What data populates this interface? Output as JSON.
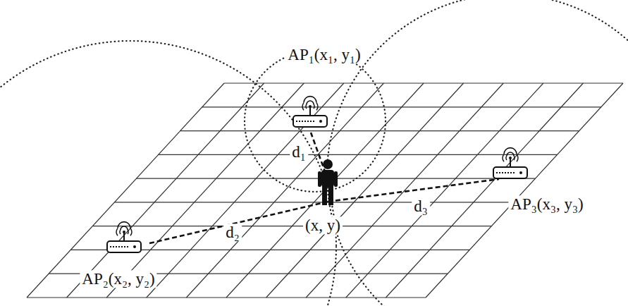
{
  "diagram": {
    "labels": [
      "AP₁(x₁, y₁)",
      "d₁",
      "d₃",
      "AP₃(x₃, y₃)",
      "d₂",
      "(x, y)",
      "AP₂(x₂, y₂)"
    ]
  }
}
